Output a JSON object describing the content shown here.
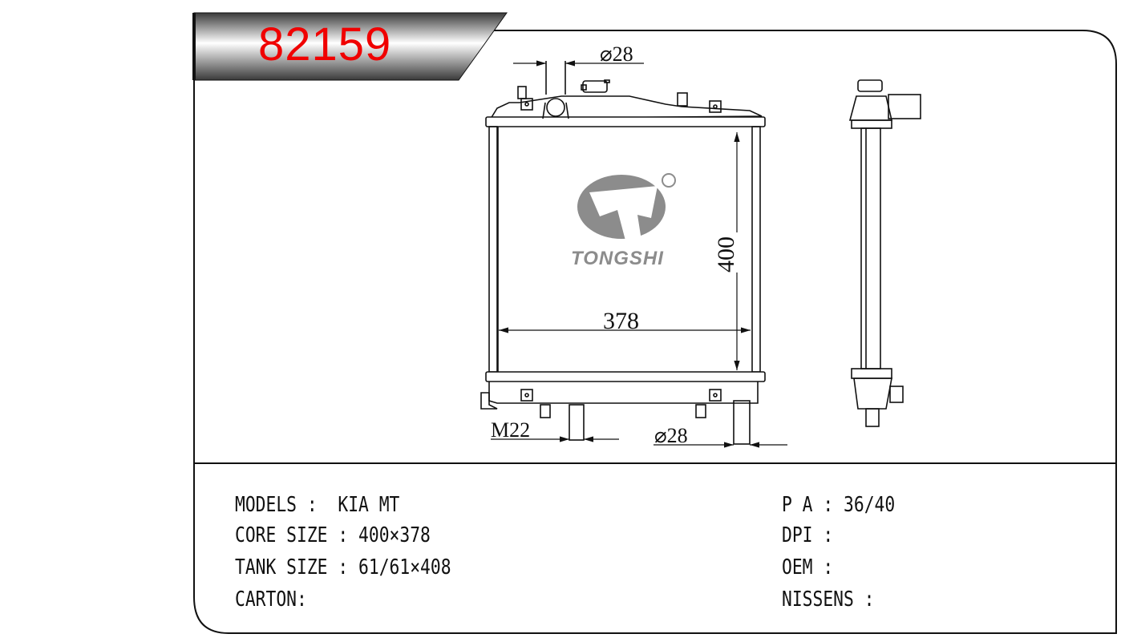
{
  "part_number": "82159",
  "brand": {
    "logo_text": "TONGSHI",
    "registered_mark": "®"
  },
  "dimensions": {
    "inlet_diameter": "⌀28",
    "outlet_diameter": "⌀28",
    "drain_thread": "M22",
    "core_height": "400",
    "core_width": "378"
  },
  "specs_left": [
    {
      "label": "MODELS :",
      "value": "KIA MT"
    },
    {
      "label": "CORE SIZE :",
      "value": "400×378"
    },
    {
      "label": "TANK SIZE :",
      "value": "61/61×408"
    },
    {
      "label": "CARTON:",
      "value": ""
    }
  ],
  "specs_right": [
    {
      "label": "P A :",
      "value": "36/40"
    },
    {
      "label": "DPI :",
      "value": ""
    },
    {
      "label": "OEM :",
      "value": ""
    },
    {
      "label": "NISSENS :",
      "value": ""
    }
  ],
  "colors": {
    "part_number": "#f00000",
    "logo": "#8c8c8c"
  }
}
